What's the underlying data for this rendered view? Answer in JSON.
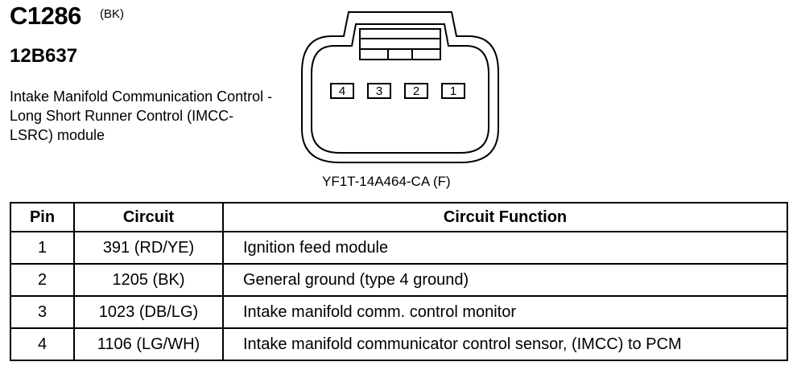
{
  "connector": {
    "id": "C1286",
    "color": "(BK)",
    "part_number": "12B637",
    "description": "Intake Manifold Communication Control - Long Short Runner Control (IMCC-LSRC) module",
    "connector_part": "YF1T-14A464-CA (F)",
    "terminals": [
      "4",
      "3",
      "2",
      "1"
    ]
  },
  "table": {
    "headers": [
      "Pin",
      "Circuit",
      "Circuit Function"
    ],
    "rows": [
      {
        "pin": "1",
        "circuit": "391 (RD/YE)",
        "function": "Ignition feed module"
      },
      {
        "pin": "2",
        "circuit": "1205 (BK)",
        "function": "General ground (type 4 ground)"
      },
      {
        "pin": "3",
        "circuit": "1023 (DB/LG)",
        "function": "Intake manifold comm. control monitor"
      },
      {
        "pin": "4",
        "circuit": "1106 (LG/WH)",
        "function": "Intake manifold communicator control sensor, (IMCC) to PCM"
      }
    ]
  }
}
